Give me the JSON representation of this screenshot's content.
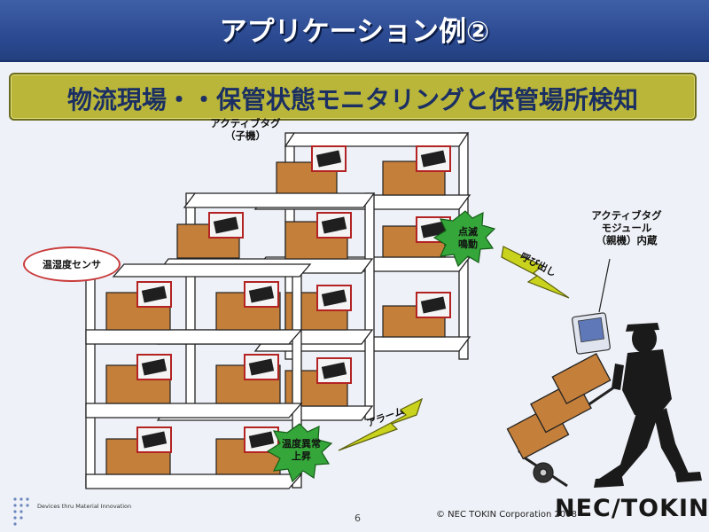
{
  "slide": {
    "title": "アプリケーション例②",
    "subtitle": "物流現場・・保管状態モニタリングと保管場所検知"
  },
  "labels": {
    "active_tag_child_line1": "アクティブタグ",
    "active_tag_child_line2": "（子機）",
    "sensor_bubble": "温湿度センサ",
    "blink_line1": "点滅",
    "blink_line2": "鳴動",
    "call": "呼び出し",
    "alarm": "アラーム",
    "temp_abnormal_line1": "温度異常",
    "temp_abnormal_line2": "上昇",
    "module_line1": "アクティブタグ",
    "module_line2": "モジュール",
    "module_line3": "（親機）内蔵"
  },
  "footer": {
    "tagline": "Devices thru Material Innovation",
    "page_number": "6",
    "copyright": "© NEC TOKIN Corporation 2008",
    "logo": "NEC/TOKIN"
  },
  "colors": {
    "title_bar": "#2c4a92",
    "subtitle_bg": "#b9b63a",
    "box": "#c47f3a",
    "tag_border": "#b32323",
    "starburst": "#35a63a",
    "logo": "#171717"
  },
  "icons": {
    "shelf": "storage-rack",
    "box": "cardboard-box",
    "tag": "active-tag-device",
    "worker": "warehouse-worker-with-hand-truck",
    "pda": "handheld-terminal"
  }
}
